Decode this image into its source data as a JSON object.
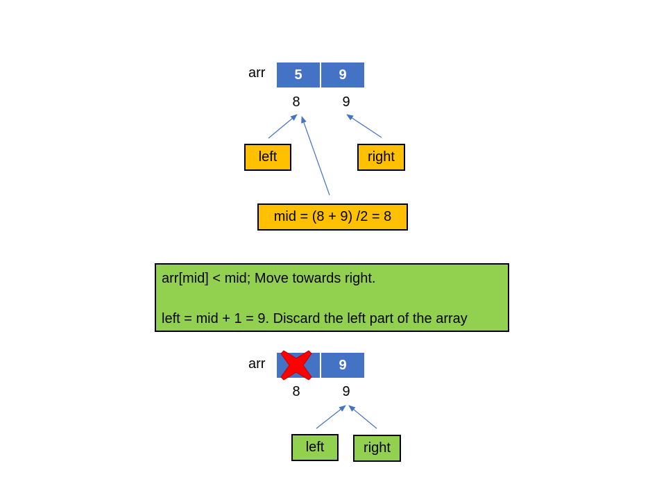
{
  "top": {
    "arr_label": "arr",
    "cells": [
      "5",
      "9"
    ],
    "indices": [
      "8",
      "9"
    ],
    "left_label": "left",
    "right_label": "right",
    "mid_text": "mid = (8 + 9) /2 = 8"
  },
  "note": {
    "line1": "arr[mid] < mid; Move towards right.",
    "line2": "left = mid + 1 = 9. Discard the left part of the array"
  },
  "bottom": {
    "arr_label": "arr",
    "cells": [
      "",
      "9"
    ],
    "indices": [
      "8",
      "9"
    ],
    "left_label": "left",
    "right_label": "right"
  },
  "colors": {
    "cell": "#4472c4",
    "yellow_box": "#ffc000",
    "green_box": "#92d050",
    "arrow": "#4472c4",
    "cross": "#ff0000"
  }
}
